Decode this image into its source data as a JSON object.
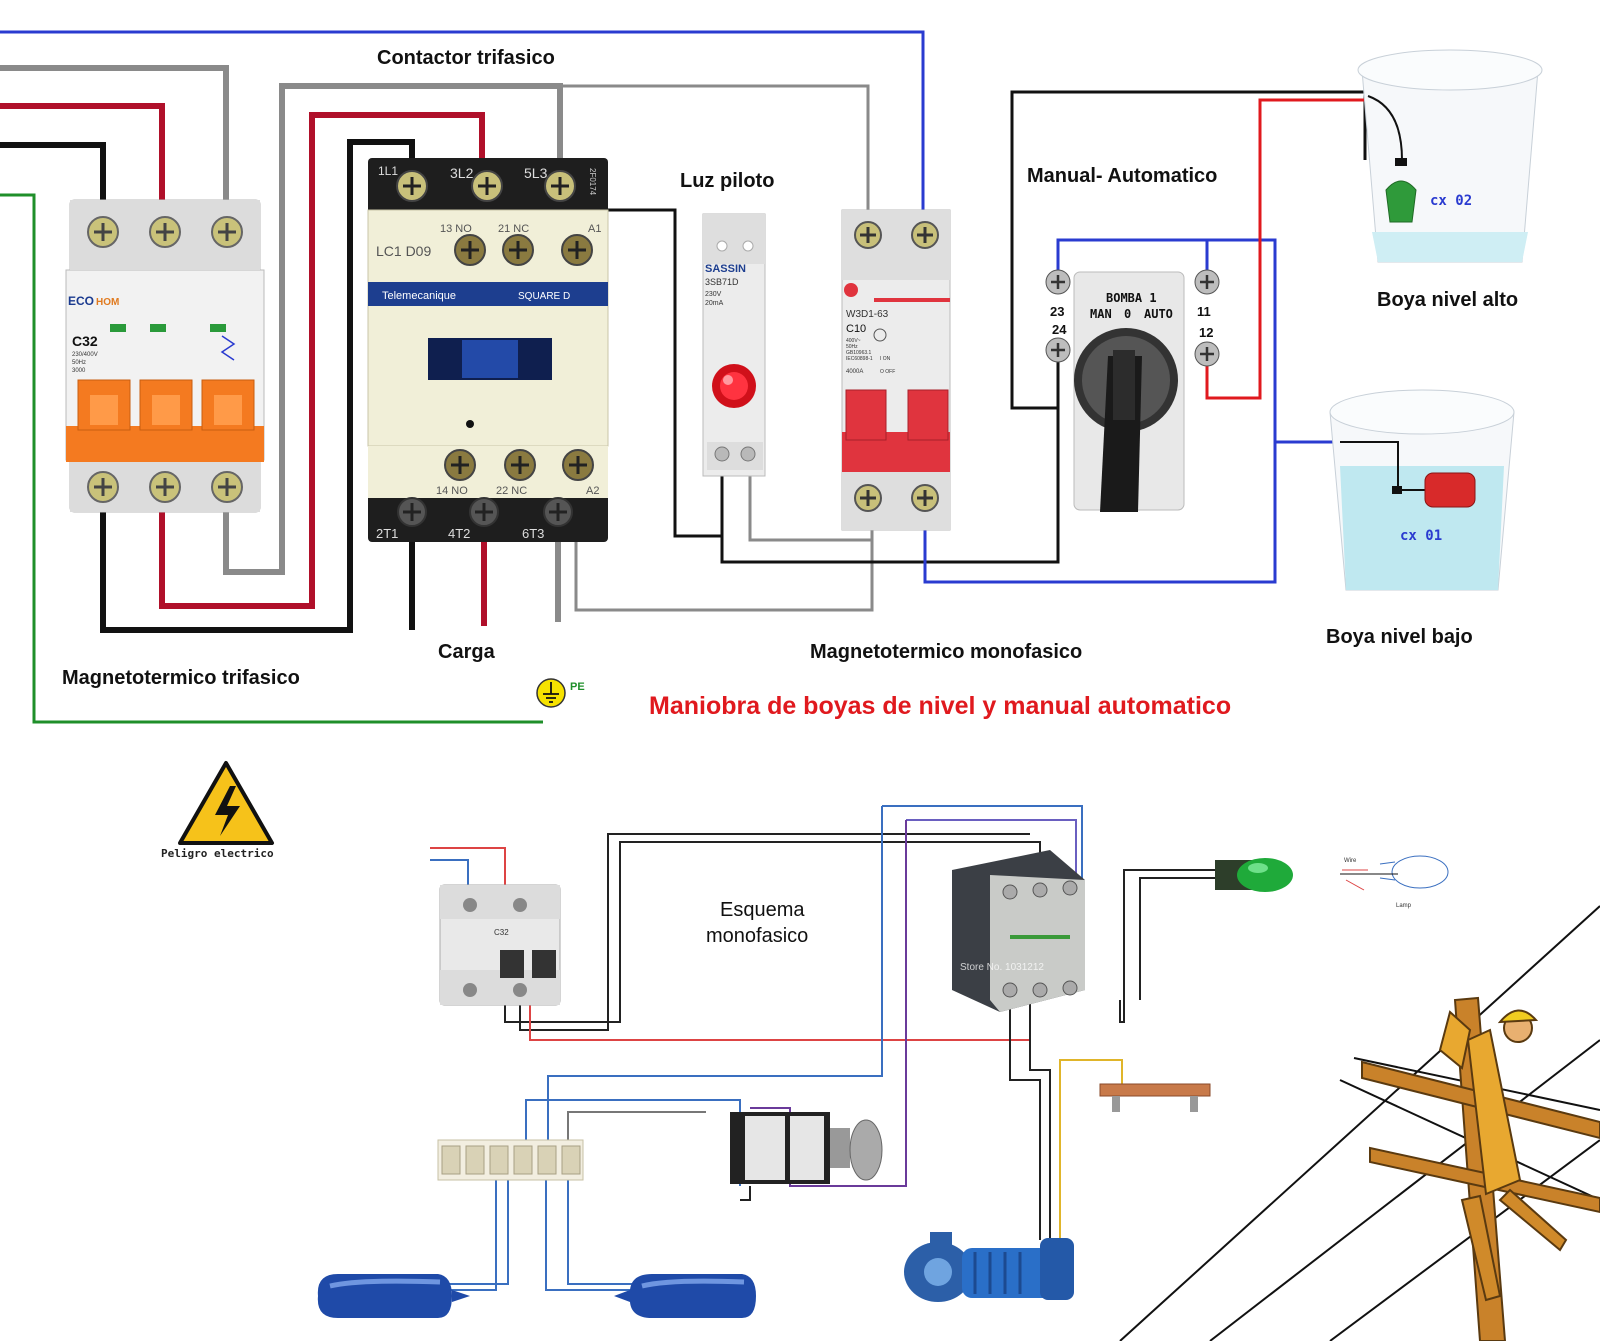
{
  "labels": {
    "contactor_trifasico": "Contactor trifasico",
    "luz_piloto": "Luz piloto",
    "manual_automatico": "Manual- Automatico",
    "boya_nivel_alto": "Boya nivel alto",
    "boya_nivel_bajo": "Boya nivel bajo",
    "carga": "Carga",
    "magnetotermico_trifasico": "Magnetotermico trifasico",
    "magnetotermico_monofasico": "Magnetotermico monofasico",
    "title": "Maniobra de boyas de nivel y manual automatico",
    "peligro": "Peligro electrico",
    "esquema_line1": "Esquema",
    "esquema_line2": "monofasico",
    "pe": "PE"
  },
  "breaker3": {
    "brand": "ECO",
    "brand2": "HOM",
    "rating": "C32",
    "spec1": "230/400V",
    "spec2": "50Hz",
    "spec3": "3000"
  },
  "contactor": {
    "model": "LC1 D09",
    "brand": "Telemecanique",
    "brand2": "SQUARE D",
    "t_1l1": "1L1",
    "t_3l2": "3L2",
    "t_5l3": "5L3",
    "t_13no": "13  NO",
    "t_21nc": "21  NC",
    "t_a1": "A1",
    "t_14no": "14  NO",
    "t_22nc": "22  NC",
    "t_a2": "A2",
    "t_2t1": "2T1",
    "t_4t2": "4T2",
    "t_6t3": "6T3",
    "side_code": "2F0174"
  },
  "pilot": {
    "brand": "SASSIN",
    "model": "3SB71D",
    "v": "230V",
    "ma": "20mA"
  },
  "breaker1": {
    "model": "W3D1-63",
    "rating": "C10",
    "spec1": "400V~",
    "spec2": "50Hz",
    "spec3": "GB10963.1",
    "spec4": "IEC60898-1",
    "spec5": "4000A",
    "on": "I ON",
    "off": "O OFF"
  },
  "selector": {
    "line1": "BOMBA 1",
    "man": "MAN",
    "zero": "0",
    "auto": "AUTO",
    "t23": "23",
    "t24": "24",
    "t11": "11",
    "t12": "12"
  },
  "tanks": {
    "upper": "cx 02",
    "lower": "cx 01"
  },
  "lower_schema": {
    "mcb_label": "C32",
    "contactor_watermark": "Store No. 1031212",
    "lamp_wire": "Wire",
    "lamp_label": "Lamp"
  },
  "colors": {
    "red_wire": "#b0102a",
    "grey_wire": "#8a8a8a",
    "black_wire": "#111111",
    "blue_wire": "#2a3bd0",
    "green_wire": "#1f8f2a",
    "title_red": "#e0191e",
    "breaker_orange": "#f47a20",
    "breaker1_red": "#e0343e"
  }
}
